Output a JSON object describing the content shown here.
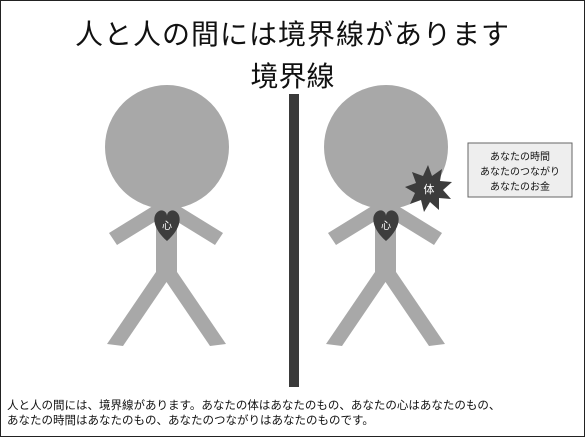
{
  "title": "人と人の間には境界線があります",
  "subtitle": "境界線",
  "left_figure": {
    "heart_label": "心"
  },
  "right_figure": {
    "heart_label": "心",
    "body_burst_label": "体",
    "callout_lines": [
      "あなたの時間",
      "あなたのつながり",
      "あなたのお金"
    ]
  },
  "caption_lines": [
    "人と人の間には、境界線があります。あなたの体はあなたのもの、あなたの心はあなたのもの、",
    "あなたの時間はあなたのもの、あなたのつながりはあなたのものです。"
  ],
  "colors": {
    "figure": "#a8a8a8",
    "boundary_line": "#3a3a3a",
    "heart": "#3d3d3d",
    "callout_fill": "#eeeeee",
    "burst": "#3c3c3c"
  }
}
